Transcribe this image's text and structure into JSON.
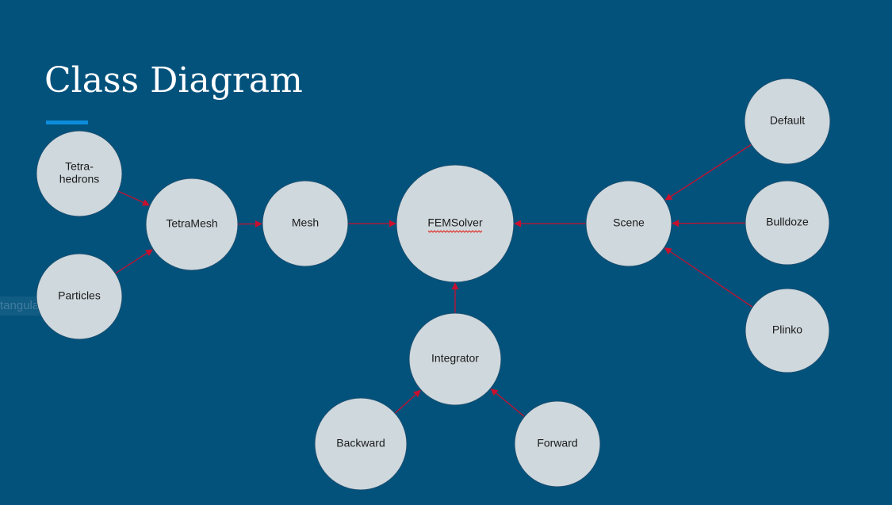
{
  "slide": {
    "title": "Class Diagram",
    "ghost_label": "tangular Snip"
  },
  "colors": {
    "background": "#03527c",
    "accent_underline": "#0c8ddb",
    "node_fill": "#cfd8dd",
    "edge": "#c8102e",
    "title_text": "#ffffff"
  },
  "diagram": {
    "nodes": [
      {
        "id": "tetrahedrons",
        "label": [
          "Tetra-",
          "hedrons"
        ]
      },
      {
        "id": "particles",
        "label": [
          "Particles"
        ]
      },
      {
        "id": "tetramesh",
        "label": [
          "TetraMesh"
        ]
      },
      {
        "id": "mesh",
        "label": [
          "Mesh"
        ]
      },
      {
        "id": "femsolver",
        "label": [
          "FEMSolver"
        ],
        "spellcheck_underline": true
      },
      {
        "id": "scene",
        "label": [
          "Scene"
        ]
      },
      {
        "id": "default",
        "label": [
          "Default"
        ]
      },
      {
        "id": "bulldoze",
        "label": [
          "Bulldoze"
        ]
      },
      {
        "id": "plinko",
        "label": [
          "Plinko"
        ]
      },
      {
        "id": "integrator",
        "label": [
          "Integrator"
        ]
      },
      {
        "id": "backward",
        "label": [
          "Backward"
        ]
      },
      {
        "id": "forward",
        "label": [
          "Forward"
        ]
      }
    ],
    "edges": [
      {
        "from": "tetrahedrons",
        "to": "tetramesh"
      },
      {
        "from": "particles",
        "to": "tetramesh"
      },
      {
        "from": "tetramesh",
        "to": "mesh"
      },
      {
        "from": "mesh",
        "to": "femsolver"
      },
      {
        "from": "scene",
        "to": "femsolver"
      },
      {
        "from": "integrator",
        "to": "femsolver"
      },
      {
        "from": "default",
        "to": "scene"
      },
      {
        "from": "bulldoze",
        "to": "scene"
      },
      {
        "from": "plinko",
        "to": "scene"
      },
      {
        "from": "backward",
        "to": "integrator"
      },
      {
        "from": "forward",
        "to": "integrator"
      }
    ]
  }
}
